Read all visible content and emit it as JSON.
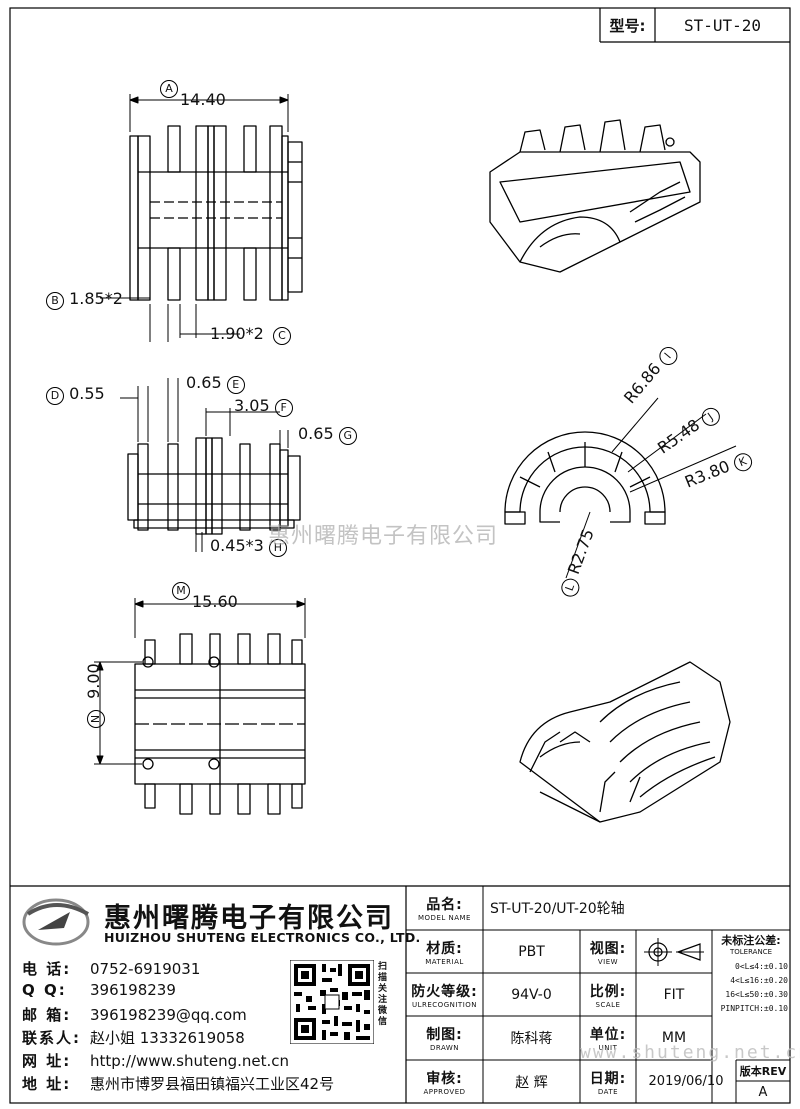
{
  "header": {
    "model_label": "型号:",
    "model_value": "ST-UT-20"
  },
  "dimensions": {
    "A": {
      "letter": "A",
      "value": "14.40"
    },
    "B": {
      "letter": "B",
      "value": "1.85*2"
    },
    "C": {
      "letter": "C",
      "value": "1.90*2"
    },
    "D": {
      "letter": "D",
      "value": "0.55"
    },
    "E": {
      "letter": "E",
      "value": "0.65"
    },
    "F": {
      "letter": "F",
      "value": "3.05"
    },
    "G": {
      "letter": "G",
      "value": "0.65"
    },
    "H": {
      "letter": "H",
      "value": "0.45*3"
    },
    "I": {
      "letter": "I",
      "value": "R6.86"
    },
    "J": {
      "letter": "J",
      "value": "R5.48"
    },
    "K": {
      "letter": "K",
      "value": "R3.80"
    },
    "L": {
      "letter": "L",
      "value": "R2.75"
    },
    "M": {
      "letter": "M",
      "value": "15.60"
    },
    "N": {
      "letter": "N",
      "value": "9.00"
    }
  },
  "watermark": "惠州曙腾电子有限公司",
  "watermark_url": "www.shuteng.net.cn",
  "company": {
    "name_cn": "惠州曙腾电子有限公司",
    "name_en": "HUIZHOU SHUTENG ELECTRONICS CO., LTD.",
    "qr_caption": "扫描关注微信"
  },
  "contacts": [
    {
      "key": "电 话:",
      "value": "0752-6919031"
    },
    {
      "key": "Q  Q:",
      "value": "396198239"
    },
    {
      "key": "邮 箱:",
      "value": "396198239@qq.com"
    },
    {
      "key": "联系人:",
      "value": "赵小姐 13332619058"
    },
    {
      "key": "网 址:",
      "value": "http://www.shuteng.net.cn"
    },
    {
      "key": "地 址:",
      "value": "惠州市博罗县福田镇福兴工业区42号"
    }
  ],
  "title_block": {
    "model_name": {
      "label": "品名:",
      "sub": "MODEL NAME",
      "value": "ST-UT-20/UT-20轮轴"
    },
    "material": {
      "label": "材质:",
      "sub": "MATERIAL",
      "value": "PBT"
    },
    "view": {
      "label": "视图:",
      "sub": "VIEW"
    },
    "flame": {
      "label": "防火等级:",
      "sub": "ULRECOGNITION",
      "value": "94V-0"
    },
    "scale": {
      "label": "比例:",
      "sub": "SCALE",
      "value": "FIT"
    },
    "drawn": {
      "label": "制图:",
      "sub": "DRAWN",
      "value": "陈科蒋"
    },
    "unit": {
      "label": "单位:",
      "sub": "UNIT",
      "value": "MM"
    },
    "approved": {
      "label": "审核:",
      "sub": "APPROVED",
      "value": "赵 辉"
    },
    "date": {
      "label": "日期:",
      "sub": "DATE",
      "value": "2019/06/10"
    },
    "tolerance": {
      "title": "未标注公差:",
      "sub": "TOLERANCE",
      "lines": [
        "0<L≤4:±0.10",
        "4<L≤16:±0.20",
        "16<L≤50:±0.30",
        "PINPITCH:±0.10"
      ]
    },
    "revision": {
      "label": "版本REV",
      "value": "A"
    }
  }
}
